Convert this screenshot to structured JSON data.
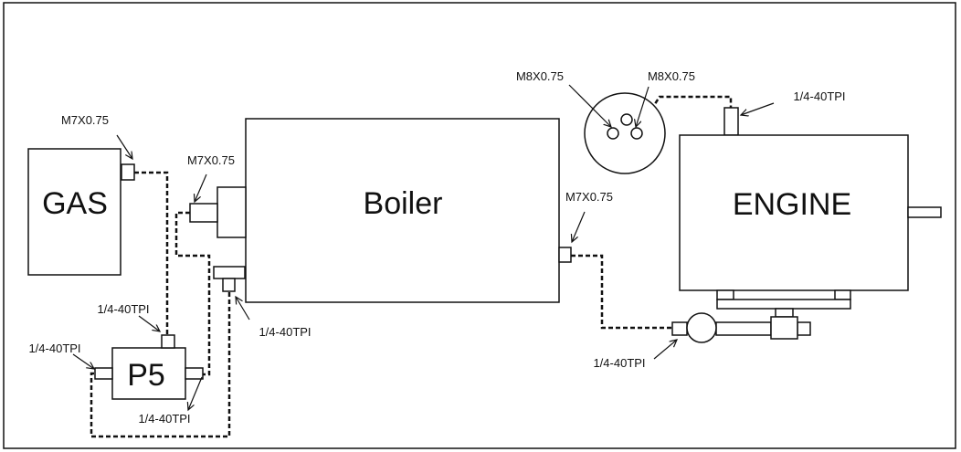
{
  "components": {
    "gas": "GAS",
    "boiler": "Boiler",
    "engine": "ENGINE",
    "pump": "P5"
  },
  "labels": {
    "gas_outlet": "M7X0.75",
    "boiler_burner": "M7X0.75",
    "boiler_outlet": "M7X0.75",
    "flywheel_left": "M8X0.75",
    "flywheel_right": "M8X0.75",
    "engine_top": "1/4-40TPI",
    "pump_top": "1/4-40TPI",
    "pump_left": "1/4-40TPI",
    "pump_right": "1/4-40TPI",
    "boiler_bottom": "1/4-40TPI",
    "oiler": "1/4-40TPI"
  }
}
